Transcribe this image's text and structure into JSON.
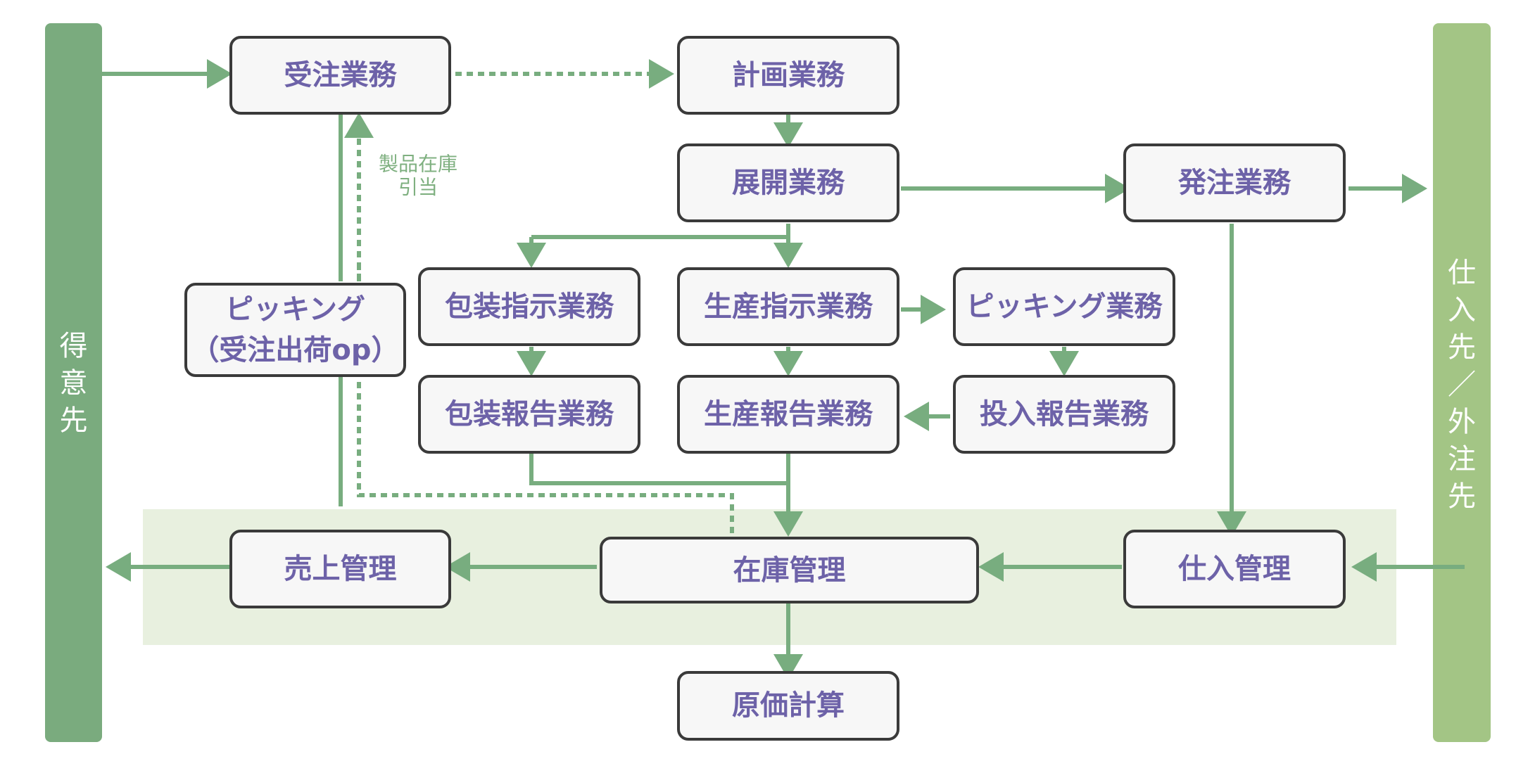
{
  "sides": {
    "customer": [
      "得",
      "意",
      "先"
    ],
    "supplier": [
      "仕",
      "入",
      "先",
      "／",
      "外",
      "注",
      "先"
    ]
  },
  "boxes": {
    "order": "受注業務",
    "plan": "計画業務",
    "expand": "展開業務",
    "purchase_order": "発注業務",
    "picking_line1": "ピッキング",
    "picking_line2": "（受注出荷op）",
    "pack_instruct": "包装指示業務",
    "prod_instruct": "生産指示業務",
    "picking_work": "ピッキング業務",
    "pack_report": "包装報告業務",
    "prod_report": "生産報告業務",
    "input_report": "投入報告業務",
    "sales": "売上管理",
    "inventory": "在庫管理",
    "purchasing": "仕入管理",
    "costing": "原価計算"
  },
  "note": {
    "line1": "製品在庫",
    "line2": "引当"
  },
  "colors": {
    "customer_bar": "#7aab7e",
    "supplier_bar": "#a3c585",
    "band": "#e8f0df",
    "arrow": "#78ad7f",
    "box_text": "#6d62a8"
  }
}
